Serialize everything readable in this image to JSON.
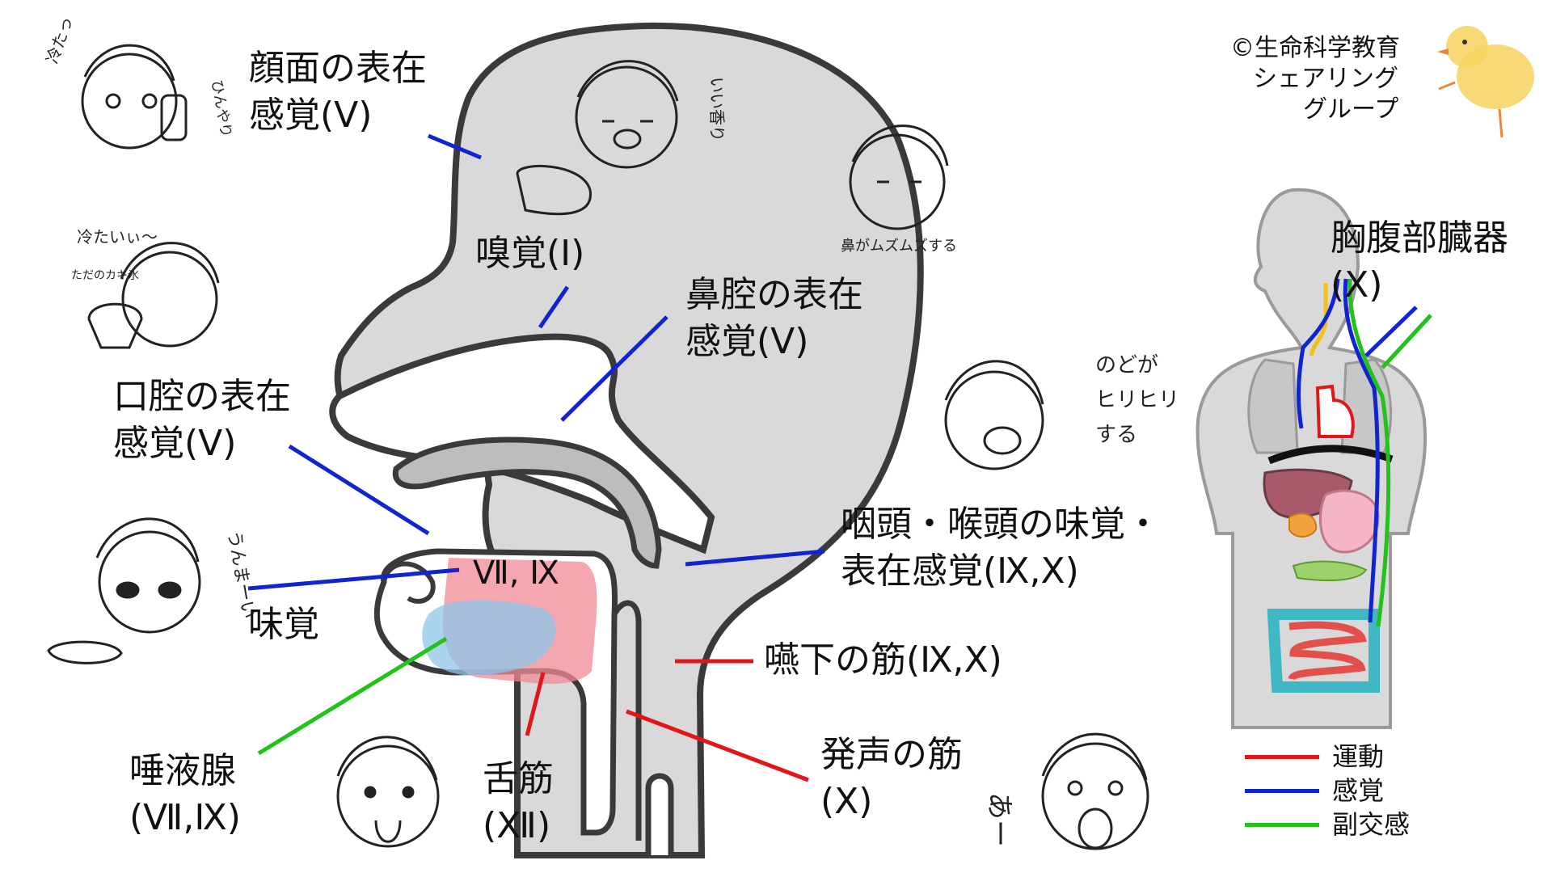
{
  "copyright": {
    "line1": "©生命科学教育",
    "line2": "シェアリング",
    "line3": "グループ"
  },
  "labels": {
    "face_sensation": "顔面の表在\n感覚(Ⅴ)",
    "smell": "嗅覚(Ⅰ)",
    "nasal_sensation": "鼻腔の表在\n感覚(Ⅴ)",
    "oral_sensation": "口腔の表在\n感覚(Ⅴ)",
    "taste_nerves": "Ⅶ, Ⅸ",
    "taste": "味覚",
    "pharynx": "咽頭・喉頭の味覚・\n表在感覚(Ⅸ,Ⅹ)",
    "swallow": "嚥下の筋(Ⅸ,Ⅹ)",
    "salivary": "唾液腺\n(Ⅶ,Ⅸ)",
    "tongue": "舌筋\n(Ⅻ)",
    "voice": "発声の筋\n(Ⅹ)",
    "viscera": "胸腹部臓器\n(Ⅹ)"
  },
  "doodles": {
    "cold1": "冷たっ",
    "cold2": "ひんやり",
    "smell_face": "いい香り",
    "nose": "鼻がムズムズする",
    "cold3": "冷たいぃ〜",
    "shaved_ice": "ただのカキ氷",
    "throat1": "のどが",
    "throat2": "ヒリヒリ",
    "throat3": "する",
    "tasty": "うんまーい",
    "ah": "あー"
  },
  "legend": [
    {
      "label": "運動",
      "color": "#e0161b"
    },
    {
      "label": "感覚",
      "color": "#1024d0"
    },
    {
      "label": "副交感",
      "color": "#22c21a"
    }
  ],
  "colors": {
    "motor": "#e0161b",
    "sensory": "#1024d0",
    "parasympathetic": "#22c21a",
    "head_fill": "#d9d9d9",
    "outline": "#3a3a3a"
  }
}
